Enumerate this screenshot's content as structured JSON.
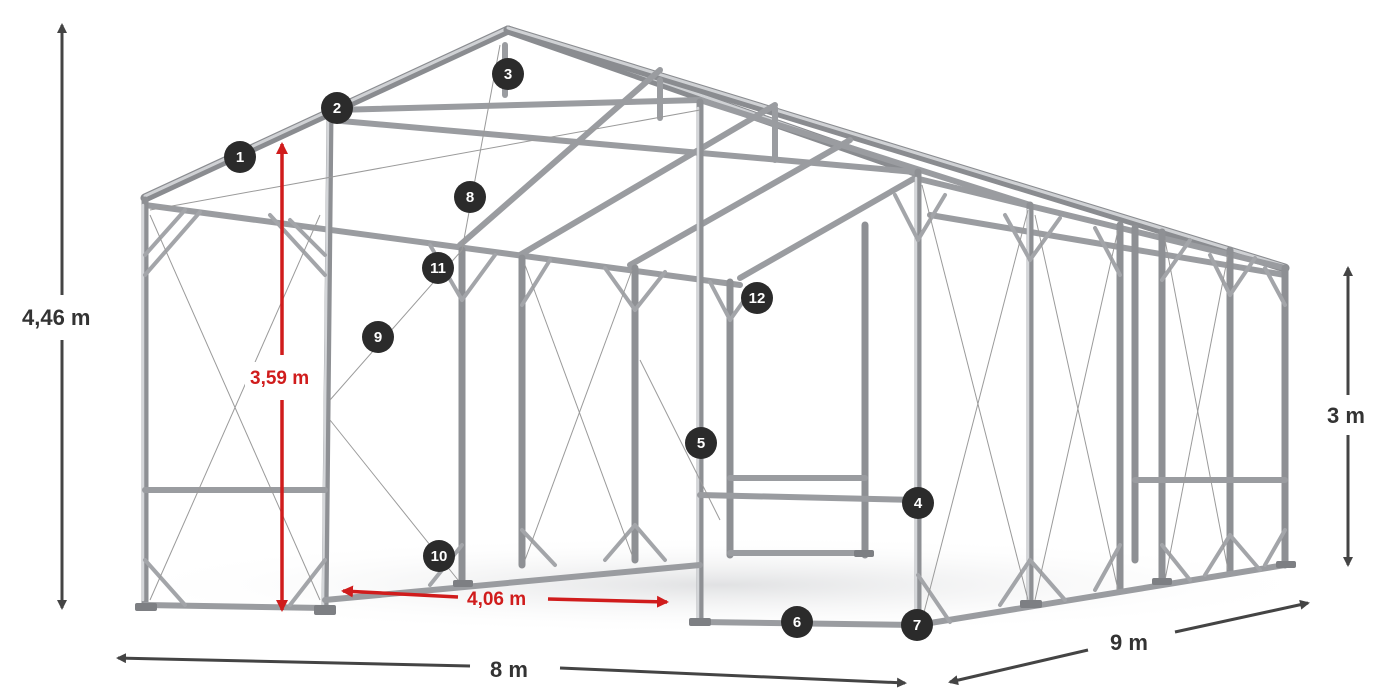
{
  "dimensions": {
    "total_height": "4,46 m",
    "side_height": "3,59 m",
    "bay_width": "4,06 m",
    "width": "8 m",
    "length": "9 m",
    "wall_height": "3 m"
  },
  "markers": [
    "1",
    "2",
    "3",
    "4",
    "5",
    "6",
    "7",
    "8",
    "9",
    "10",
    "11",
    "12"
  ],
  "colors": {
    "frame": "#8e9094",
    "marker_fill": "#2b2b2b",
    "dimension_red": "#d01c1c",
    "dimension_dark": "#444444"
  }
}
